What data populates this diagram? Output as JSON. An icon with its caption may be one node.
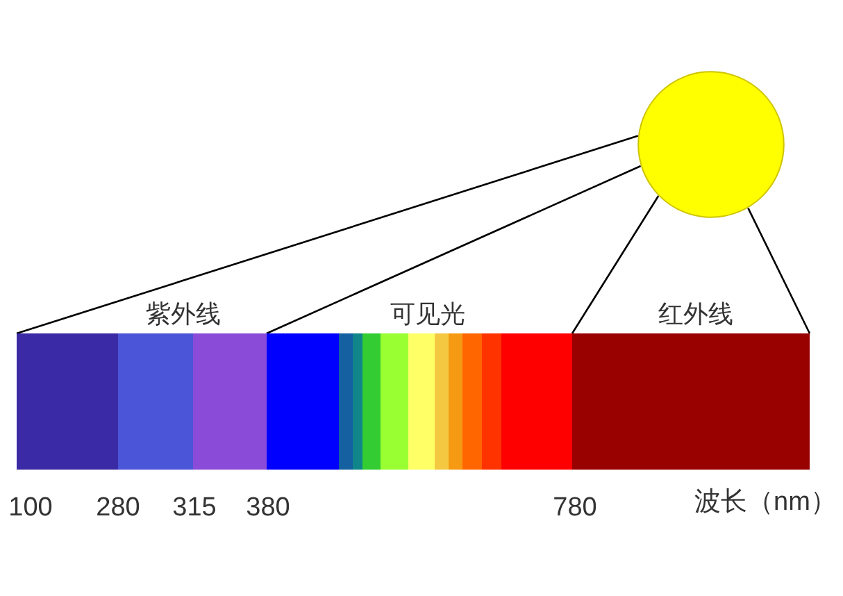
{
  "diagram": {
    "nodes": [
      {
        "text": [],
        "shape": "circle"
      },
      {
        "text": [
          "紫外线"
        ]
      },
      {
        "text": [
          "可见光"
        ]
      },
      {
        "text": [
          "红外线"
        ]
      }
    ],
    "edges": [
      {
        "from": 0,
        "to": 1,
        "arrow": "none"
      },
      {
        "from": 0,
        "to": 2,
        "arrow": "none"
      },
      {
        "from": 0,
        "to": 3,
        "arrow": "none"
      },
      {
        "from": 0,
        "to": 3,
        "arrow": "none"
      }
    ],
    "labels": [
      "100",
      "280",
      "315",
      "380",
      "780",
      "波长（nm）"
    ]
  }
}
